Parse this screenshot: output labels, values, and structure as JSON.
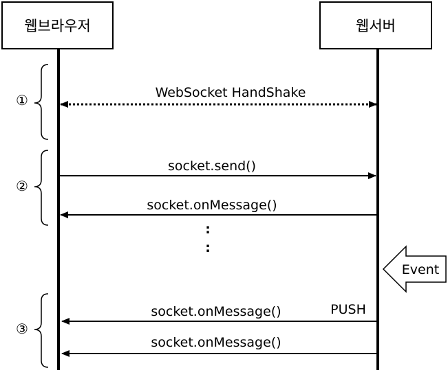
{
  "actors": {
    "browser": "웹브라우저",
    "server": "웹서버"
  },
  "steps": [
    {
      "number": "①"
    },
    {
      "number": "②"
    },
    {
      "number": "③"
    }
  ],
  "messages": [
    {
      "label": "WebSocket HandShake",
      "direction": "both",
      "style": "dotted"
    },
    {
      "label": "socket.send()",
      "direction": "to-server",
      "style": "solid"
    },
    {
      "label": "socket.onMessage()",
      "direction": "to-browser",
      "style": "solid"
    },
    {
      "label": "socket.onMessage()",
      "direction": "to-browser",
      "style": "solid"
    },
    {
      "label": "socket.onMessage()",
      "direction": "to-browser",
      "style": "solid"
    }
  ],
  "ellipsis": ":",
  "event": {
    "label": "Event"
  },
  "push": {
    "label": "PUSH"
  }
}
